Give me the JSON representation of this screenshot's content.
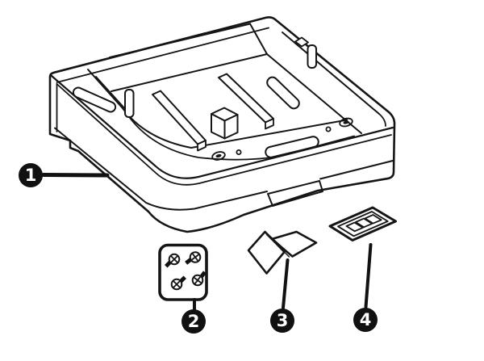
{
  "figure": {
    "type": "parts-diagram",
    "description": "optional-paper-cassette-unit-parts",
    "background_color": "#ffffff",
    "line_color": "#151515",
    "badge_color": "#111111",
    "badge_text_color": "#ffffff",
    "callouts": [
      {
        "number": "1",
        "part": "paper-cassette-unit"
      },
      {
        "number": "2",
        "part": "screw-pack"
      },
      {
        "number": "3",
        "part": "folded-sheet"
      },
      {
        "number": "4",
        "part": "label-sticker"
      }
    ]
  }
}
